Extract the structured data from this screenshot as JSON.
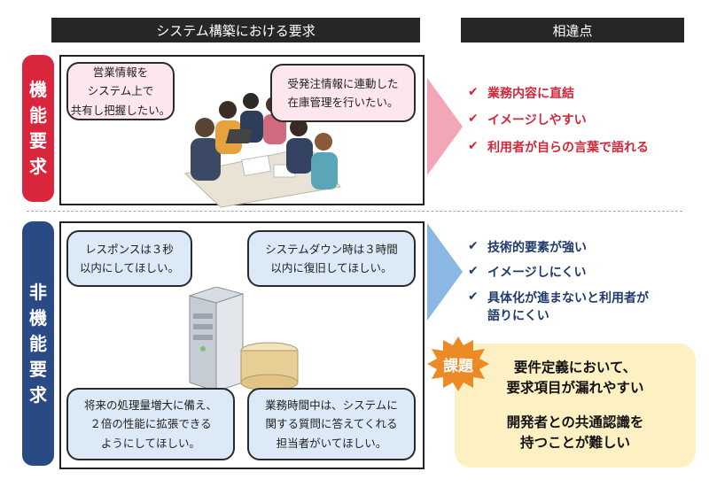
{
  "headers": {
    "system_requirements": "システム構築における要求",
    "differences": "相違点"
  },
  "functional": {
    "label": [
      "機",
      "能",
      "要",
      "求"
    ],
    "bubble_left": "営業情報を\nシステム上で\n共有し把握したい。",
    "bubble_right": "受発注情報に連動した\n在庫管理を行いたい。",
    "merits": [
      "業務内容に直結",
      "イメージしやすい",
      "利用者が自らの言葉で語れる"
    ],
    "check_color": "#d0283a",
    "accent": "#d9263d"
  },
  "non_functional": {
    "label": [
      "非",
      "機",
      "能",
      "要",
      "求"
    ],
    "bubble_tl": "レスポンスは３秒\n以内にしてほしい。",
    "bubble_tr": "システムダウン時は３時間\n以内に復旧してほしい。",
    "bubble_bl": "将来の処理量増大に備え、\n２倍の性能に拡張できる\nようにしてほしい。",
    "bubble_br": "業務時間中は、システムに\n関する質問に答えてくれる\n担当者がいてほしい。",
    "merits": [
      "技術的要素が強い",
      "イメージしにくい",
      "具体化が進まないと利用者が\n語りにくい"
    ],
    "check_color": "#1f3a6b",
    "accent": "#2a4a85"
  },
  "issue": {
    "badge": "課題",
    "line1": "要件定義において、\n要求項目が漏れやすい",
    "line2": "開発者との共通認識を\n持つことが難しい"
  }
}
